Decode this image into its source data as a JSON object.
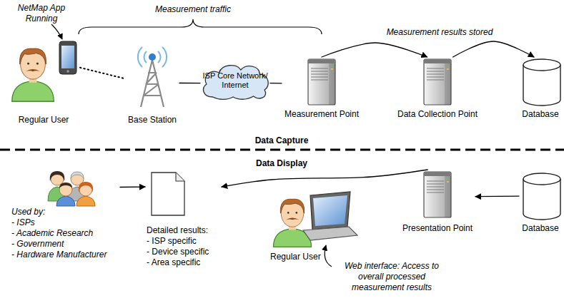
{
  "diagram": {
    "nodes": [
      {
        "text": [
          "Regular User"
        ]
      },
      {
        "text": [
          "Base Station"
        ]
      },
      {
        "text": [
          "ISP Core Network/ Internet"
        ]
      },
      {
        "text": [
          "Measurement Point"
        ]
      },
      {
        "text": [
          "Data Collection Point"
        ]
      },
      {
        "text": [
          "Database"
        ]
      },
      {
        "text": [
          "Used by:",
          "- ISPs",
          "- Academic Research",
          "- Government",
          "- Hardware Manufacturer"
        ]
      },
      {
        "text": [
          "Detailed results:",
          "- ISP specific",
          "- Device specific",
          "- Area specific"
        ]
      },
      {
        "text": [
          "Regular User"
        ]
      },
      {
        "text": [
          "Presentation Point"
        ]
      },
      {
        "text": [
          "Database"
        ]
      }
    ],
    "edges": [
      {
        "from": 0,
        "to": 1,
        "arrow": "none"
      },
      {
        "from": 1,
        "to": 2,
        "arrow": "none"
      },
      {
        "from": 2,
        "to": 3,
        "arrow": "none"
      },
      {
        "from": 3,
        "to": 4,
        "arrow": "to"
      },
      {
        "from": 4,
        "to": 5,
        "arrow": "to"
      },
      {
        "from": 10,
        "to": 9,
        "arrow": "to"
      },
      {
        "from": 9,
        "to": 7,
        "arrow": "to"
      },
      {
        "from": 6,
        "to": 7,
        "arrow": "to"
      }
    ],
    "labels": [
      "NetMap App Running",
      "Measurement traffic",
      "Measurement results stored",
      "Data Capture",
      "Data Display",
      "Web interface: Access to overall processed measurement results"
    ]
  }
}
